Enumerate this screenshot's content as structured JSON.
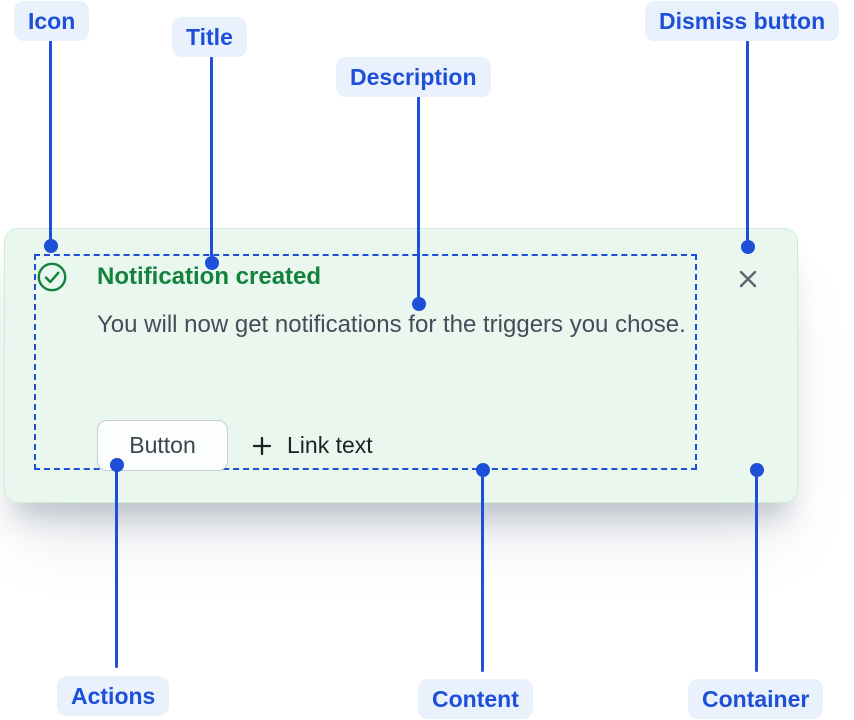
{
  "annotations": {
    "icon": "Icon",
    "title": "Title",
    "description": "Description",
    "dismiss": "Dismiss button",
    "actions": "Actions",
    "content": "Content",
    "container": "Container"
  },
  "notification": {
    "title": "Notification created",
    "description": "You will now get notifications for the triggers you chose.",
    "button_label": "Button",
    "link_label": "Link text",
    "icons": {
      "status": "success-check-icon",
      "link_prefix": "plus-icon",
      "dismiss": "close-icon"
    }
  },
  "colors": {
    "accent_blue": "#1d4fd8",
    "label_background": "#e9f1fd",
    "card_background": "#e9f7ee",
    "card_border": "#cdebd8",
    "success_green": "#12823c",
    "description_text": "#424d5a",
    "dismiss_gray": "#5b646f"
  }
}
